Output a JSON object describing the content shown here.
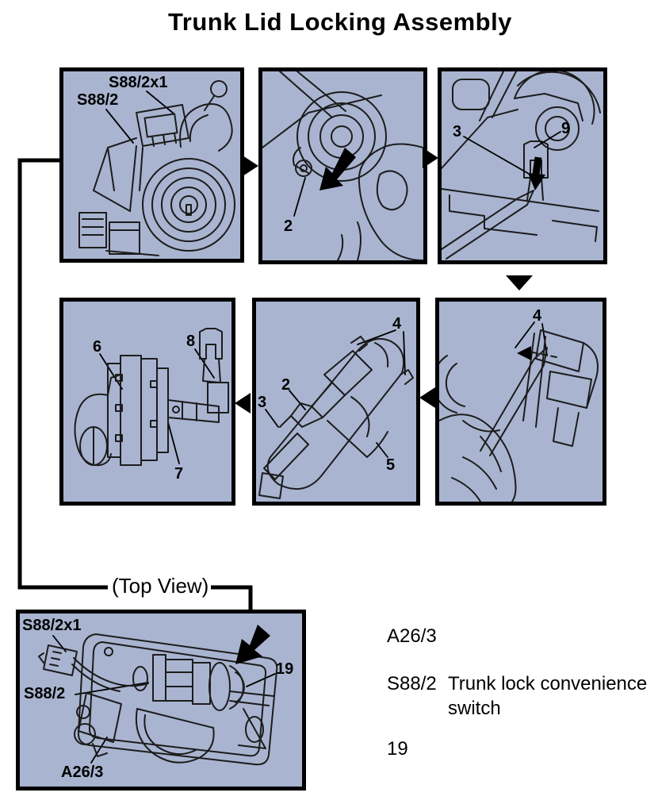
{
  "title": "Trunk Lid Locking Assembly",
  "colors": {
    "panel_bg": "#a9b4d0",
    "line": "#000000",
    "background": "#ffffff"
  },
  "panels": {
    "p1": {
      "labels": {
        "s88_2x1": "S88/2x1",
        "s88_2": "S88/2"
      }
    },
    "p2": {
      "labels": {
        "n2": "2"
      }
    },
    "p3": {
      "labels": {
        "n3": "3",
        "n9": "9"
      }
    },
    "p4": {
      "labels": {
        "n6": "6",
        "n7": "7",
        "n8": "8"
      }
    },
    "p5": {
      "labels": {
        "n2": "2",
        "n3": "3",
        "n4": "4",
        "n5": "5"
      }
    },
    "p6": {
      "labels": {
        "n4": "4"
      }
    },
    "top_view": {
      "caption": "(Top View)",
      "labels": {
        "s88_2x1": "S88/2x1",
        "s88_2": "S88/2",
        "a26_3": "A26/3",
        "n19": "19"
      }
    }
  },
  "legend": {
    "items": [
      {
        "code": "A26/3",
        "description": ""
      },
      {
        "code": "S88/2",
        "description": "Trunk lock convenience switch"
      },
      {
        "code": "19",
        "description": ""
      }
    ]
  }
}
